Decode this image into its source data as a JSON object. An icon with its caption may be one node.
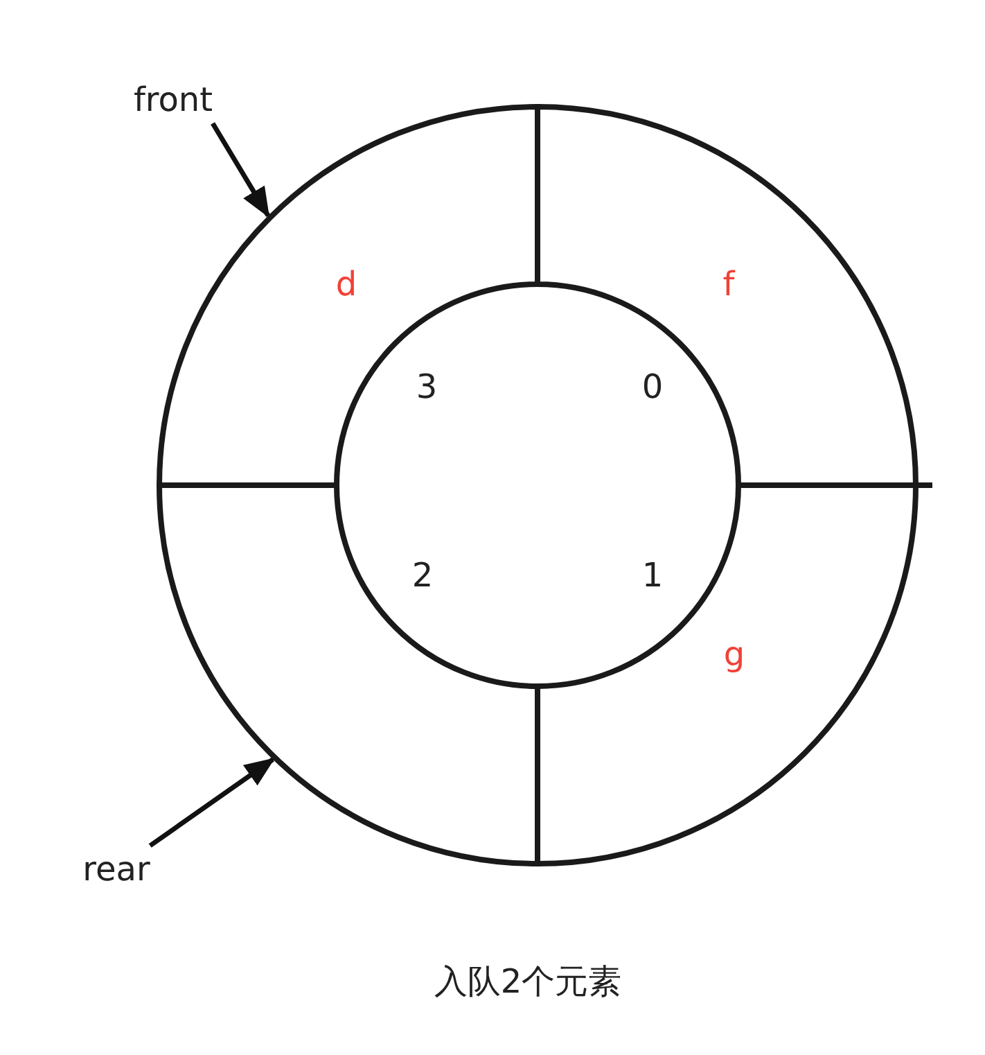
{
  "diagram": {
    "caption": "入队2个元素",
    "nodes": [
      {
        "text": [
          "front"
        ]
      },
      {
        "text": [
          "rear"
        ]
      },
      {
        "text": [
          "d"
        ]
      },
      {
        "text": [
          "f"
        ]
      },
      {
        "text": [],
        "shape": "sector"
      },
      {
        "text": [
          "g"
        ]
      }
    ],
    "edges": [
      {
        "from": 0,
        "to": 2,
        "arrow": "to"
      },
      {
        "from": 1,
        "to": 4,
        "arrow": "to"
      }
    ],
    "labels": [
      "3",
      "0",
      "2",
      "1"
    ]
  }
}
